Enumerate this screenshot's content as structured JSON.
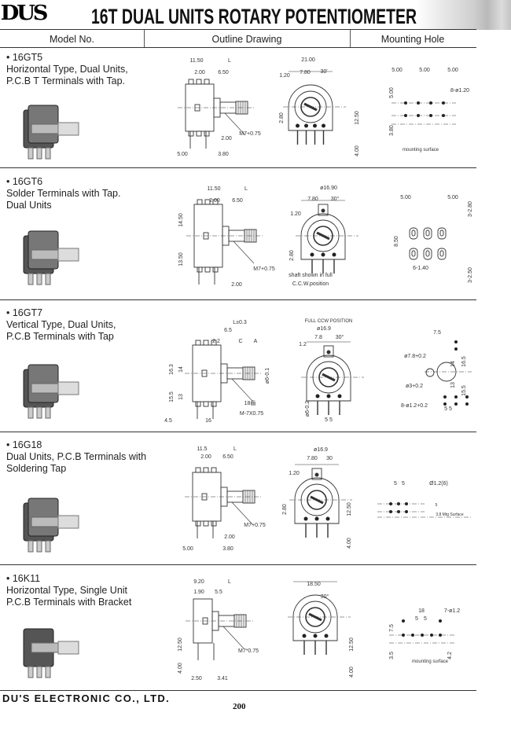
{
  "header": {
    "logo": "DUS",
    "title": "16T DUAL UNITS ROTARY POTENTIOMETER",
    "columns": [
      "Model No.",
      "Outline Drawing",
      "Mounting Hole"
    ]
  },
  "rows": [
    {
      "model": "• 16GT5",
      "desc": [
        "Horizontal Type, Dual Units,",
        "P.C.B T Terminals with Tap."
      ],
      "dims": [
        "11.50",
        "L",
        "2.00",
        "6.50",
        "M7+0.75",
        "2.00",
        "5.00",
        "3.80",
        "21.00",
        "1.20",
        "7.80",
        "30'",
        "2.80",
        "12.50",
        "4.00",
        "5.00",
        "5.00",
        "5.00",
        "5.00",
        "8-ø1.20",
        "3.80",
        "mounting surface"
      ]
    },
    {
      "model": "• 16GT6",
      "desc": [
        "Solder Terminals with Tap.",
        "Dual Units"
      ],
      "dims": [
        "11.50",
        "L",
        "2.00",
        "6.50",
        "14.50",
        "13.50",
        "M7+0.75",
        "2.00",
        "ø16.90",
        "7.80",
        "30°",
        "1.20",
        "2.80",
        "shaft shown in full",
        "C.C.W.position",
        "5.00",
        "5.00",
        "3-2.80",
        "8.50",
        "6-1.40",
        "3-2.50"
      ]
    },
    {
      "model": "• 16GT7",
      "desc": [
        "Vertical Type, Dual Units,",
        "P.C.B Terminals with Tap"
      ],
      "dims": [
        "L±0.3",
        "6.5",
        "2.2",
        "C",
        "A",
        "16.3",
        "14",
        "15.5",
        "13",
        "ø6-0.1",
        "18齒",
        "M-7X0.75",
        "4.5",
        "16",
        "FULL CCW POSITION",
        "ø16.9",
        "7.8",
        "30°",
        "1.2",
        "ø6-0.2",
        "5  5",
        "7.5",
        "ø7.8+0.2",
        "14",
        "16.5",
        "ø3+0.2",
        "13",
        "15.5",
        "8-ø1.2+0.2",
        "5  5"
      ]
    },
    {
      "model": "• 16G18",
      "desc": [
        "Dual Units, P.C.B Terminals with",
        "Soldering Tap"
      ],
      "dims": [
        "11.5",
        "L",
        "2.00",
        "6.50",
        "M7+0.75",
        "2.00",
        "5.00",
        "3.80",
        "ø16.9",
        "7.80",
        "30",
        "1.20",
        "2.80",
        "12.50",
        "4.00",
        "5",
        "5",
        "Ø1.2(6)",
        "5",
        "3.8 Mtg Surface"
      ]
    },
    {
      "model": "• 16K11",
      "desc": [
        "Horizontal Type, Single Unit",
        "P.C.B Terminals with Bracket"
      ],
      "dims": [
        "9.20",
        "L",
        "1.90",
        "5.5",
        "12.50",
        "M7*0.75",
        "4.00",
        "2.50",
        "3.41",
        "18.50",
        "30°",
        "12.50",
        "4.00",
        "18",
        "7-ø1.2",
        "5",
        "5",
        "7.5",
        "3.5",
        "4.2",
        "mounting surface"
      ]
    }
  ],
  "footer": {
    "company": "DU'S ELECTRONIC CO., LTD.",
    "page_number": "200"
  }
}
